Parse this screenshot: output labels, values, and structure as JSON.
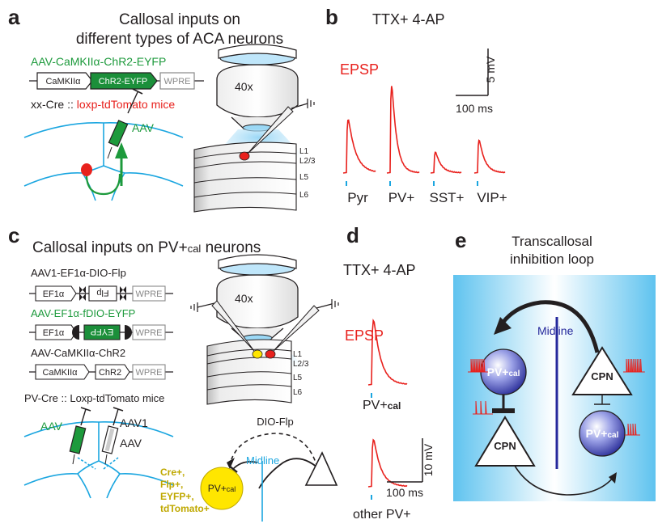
{
  "panels": {
    "a": {
      "label": "a",
      "title_line1": "Callosal inputs on",
      "title_line2": "different types of ACA neurons",
      "virus": "AAV-CaMKIIα-ChR2-EYFP",
      "construct": [
        "CaMKIIα",
        "ChR2-EYFP",
        "WPRE"
      ],
      "mice_prefix": "xx-Cre :: ",
      "mice_red": "loxp-tdTomato mice",
      "aav": "AAV",
      "objective": "40x",
      "layers": [
        "L1",
        "L2/3",
        "L5",
        "L6"
      ]
    },
    "b": {
      "label": "b",
      "condition": "TTX+ 4-AP",
      "epsp": "EPSP",
      "scale_y": "5 mV",
      "scale_x": "100 ms",
      "cells": [
        "Pyr",
        "PV+",
        "SST+",
        "VIP+"
      ]
    },
    "c": {
      "label": "c",
      "title_prefix": "Callosal inputs on PV+",
      "title_sub": "cal",
      "title_suffix": " neurons",
      "virus1": "AAV1-EF1α-DIO-Flp",
      "construct1": [
        "EF1α",
        "Flp",
        "WPRE"
      ],
      "virus2": "AAV-EF1α-fDIO-EYFP",
      "construct2": [
        "EF1α",
        "EYFP",
        "WPRE"
      ],
      "virus3": "AAV-CaMKIIα-ChR2",
      "construct3": [
        "CaMKIIα",
        "ChR2",
        "WPRE"
      ],
      "mice": "PV-Cre :: Loxp-tdTomato mice",
      "aav": "AAV",
      "aav1": "AAV1",
      "aav_lower": "AAV",
      "objective": "40x",
      "layers": [
        "L1",
        "L2/3",
        "L5",
        "L6"
      ],
      "dio_flp": "DIO-Flp",
      "midline": "Midline",
      "pv_cell": "PV+",
      "pv_cell_sub": "cal",
      "markers": [
        "Cre+,",
        "Flp+,",
        "EYFP+,",
        "tdTomato+"
      ]
    },
    "d": {
      "label": "d",
      "condition": "TTX+ 4-AP",
      "epsp": "EPSP",
      "trace1_prefix": "PV+",
      "trace1_sub": "cal",
      "scale_y": "10 mV",
      "scale_x": "100 ms",
      "trace2": "other PV+"
    },
    "e": {
      "label": "e",
      "title_line1": "Transcallosal",
      "title_line2": "inhibition loop",
      "midline": "Midline",
      "pv_prefix": "PV+",
      "pv_sub": "cal",
      "cpn": "CPN"
    }
  },
  "colors": {
    "text": "#231f20",
    "red": "#e8211d",
    "green": "#1d9a3c",
    "blue": "#25289c",
    "cyan": "#1ba6e0",
    "yellow": "#ffe600"
  }
}
